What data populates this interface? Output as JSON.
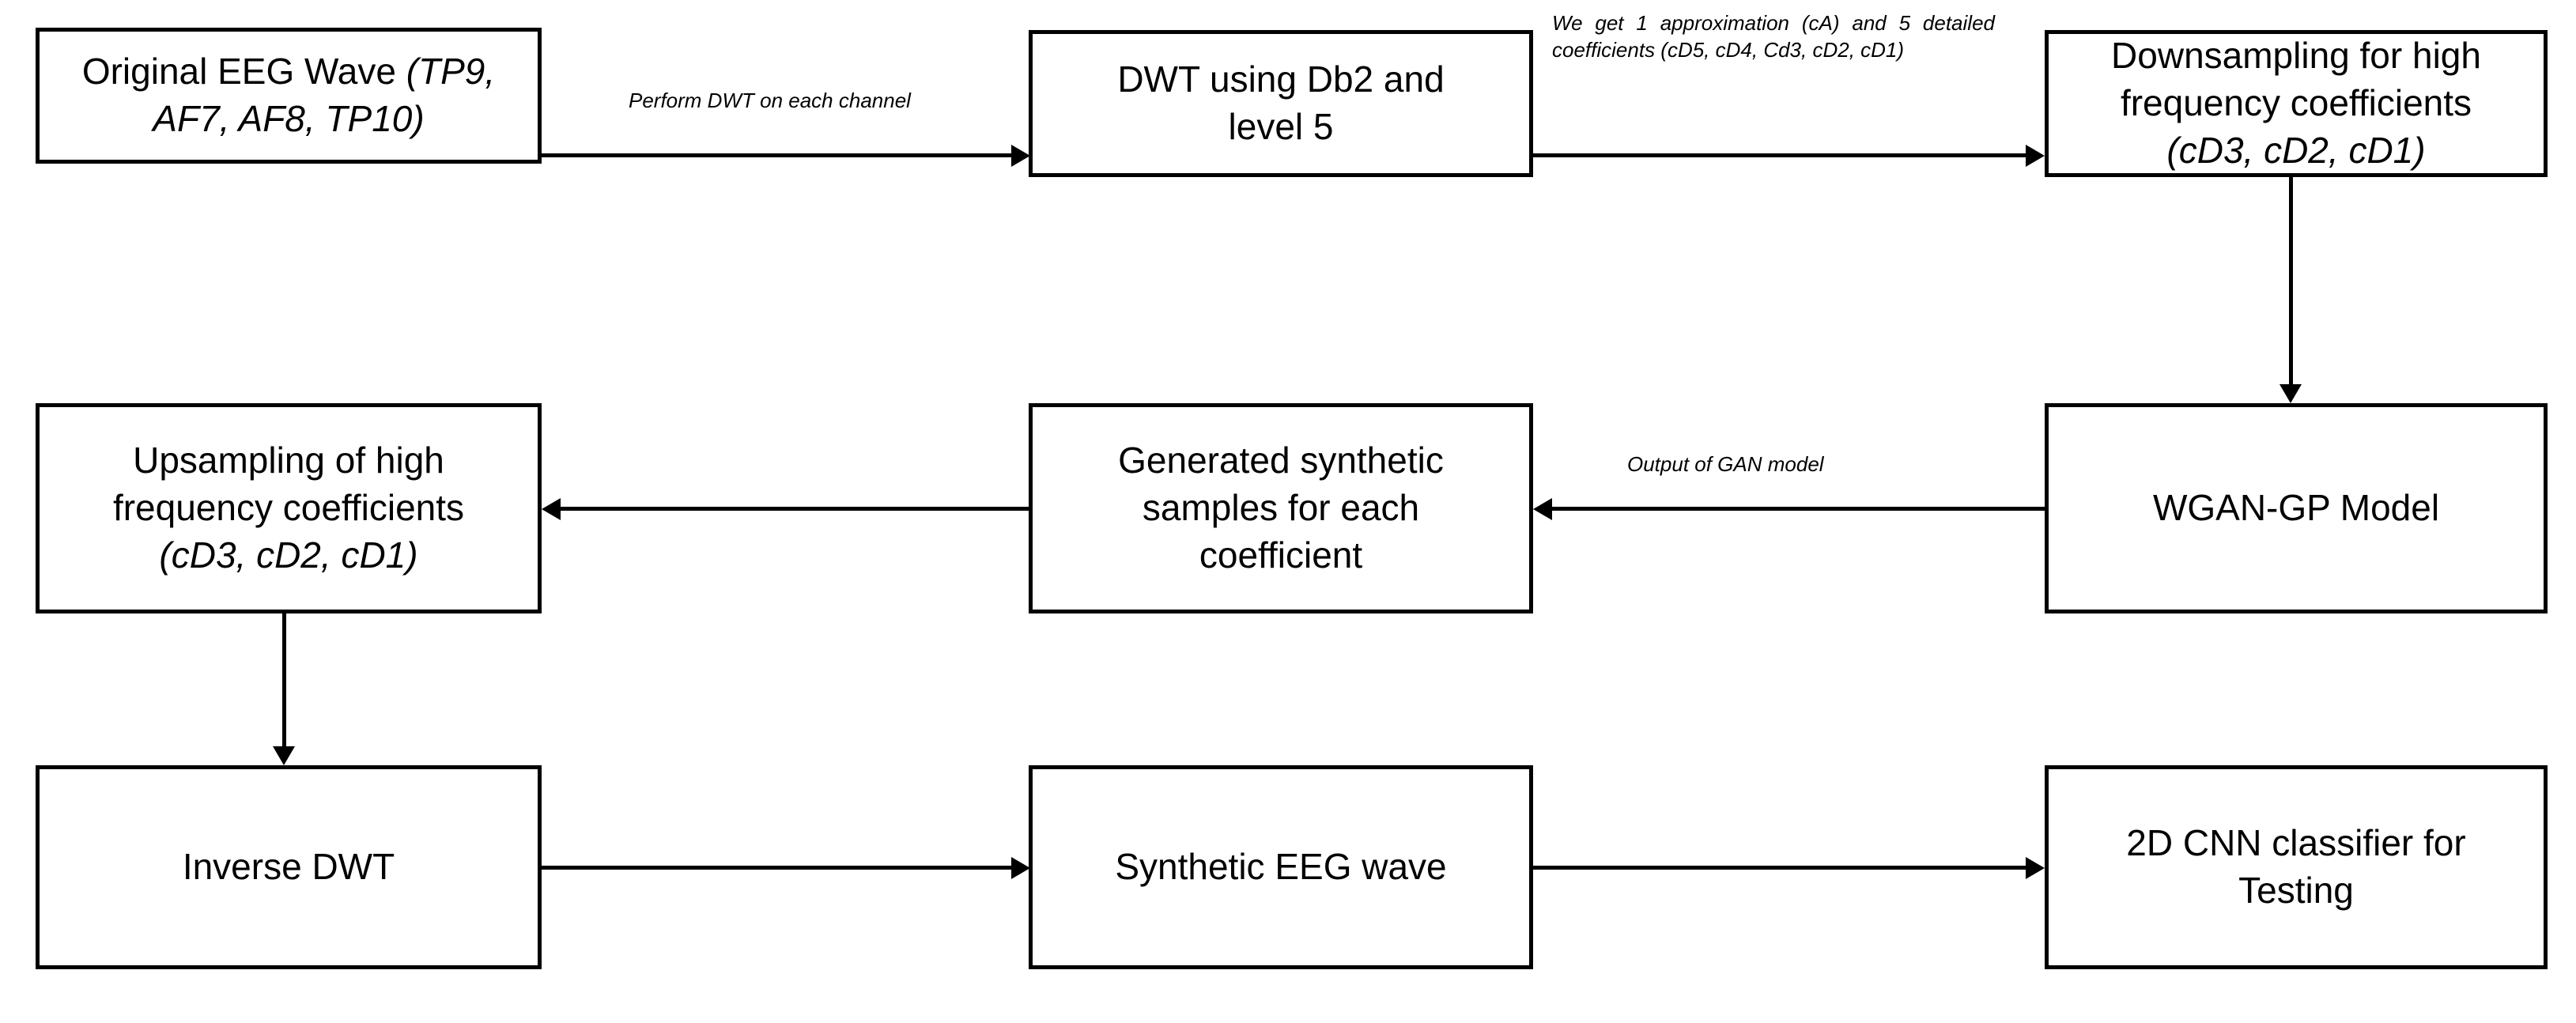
{
  "diagram": {
    "title": "EEG DWT WGAN-GP synthetic data generation pipeline",
    "colors": {
      "stroke": "#000000",
      "background": "#ffffff",
      "text": "#000000"
    },
    "nodes": [
      {
        "id": "original-eeg-wave",
        "line1_plain": "Original EEG Wave ",
        "line1_italic": "(TP9,",
        "line2_italic": "AF7, AF8, TP10)"
      },
      {
        "id": "dwt-db2-level5",
        "line1_plain": "DWT using Db2 and",
        "line2_plain": "level 5"
      },
      {
        "id": "downsampling-high-freq",
        "line1_plain": "Downsampling for high",
        "line2_plain": "frequency coefficients",
        "line3_italic": "(cD3, cD2, cD1)"
      },
      {
        "id": "upsampling-high-freq",
        "line1_plain": "Upsampling of high",
        "line2_plain": "frequency coefficients",
        "line3_italic": "(cD3, cD2, cD1)"
      },
      {
        "id": "generated-synthetic-samples",
        "line1_plain": "Generated synthetic",
        "line2_plain": "samples for each",
        "line3_plain": "coefficient"
      },
      {
        "id": "wgan-gp-model",
        "line1_plain": "WGAN-GP Model"
      },
      {
        "id": "inverse-dwt",
        "line1_plain": "Inverse DWT"
      },
      {
        "id": "synthetic-eeg-wave",
        "line1_plain": "Synthetic EEG wave"
      },
      {
        "id": "cnn-classifier",
        "line1_plain": "2D CNN classifier for",
        "line2_plain": "Testing"
      }
    ],
    "edge_labels": {
      "perform_dwt": "Perform DWT on each channel",
      "coefficients_note": "We get 1 approximation (cA) and 5 detailed coefficients (cD5, cD4, Cd3, cD2, cD1)",
      "gan_output": "Output of GAN model"
    }
  }
}
